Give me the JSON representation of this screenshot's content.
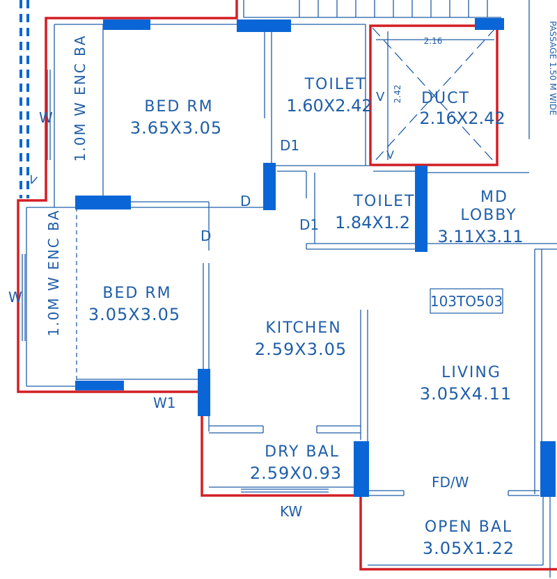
{
  "rooms": {
    "bed1": {
      "name": "BED RM",
      "size": "3.65X3.05"
    },
    "bed2": {
      "name": "BED RM",
      "size": "3.05X3.05"
    },
    "toilet1": {
      "name": "TOILET",
      "size": "1.60X2.42"
    },
    "duct": {
      "name": "DUCT",
      "size": "2.16X2.42",
      "width_dim": "2.16",
      "height_dim": "2.42"
    },
    "toilet2": {
      "name": "TOILET",
      "size": "1.84X1.2"
    },
    "lobby": {
      "line1": "MD",
      "line2": "LOBBY",
      "size": "3.11X3.11"
    },
    "kitchen": {
      "name": "KITCHEN",
      "size": "2.59X3.05"
    },
    "living": {
      "name": "LIVING",
      "size": "3.05X4.11"
    },
    "dry_bal": {
      "name": "DRY BAL",
      "size": "2.59X0.93"
    },
    "open_bal": {
      "name": "OPEN BAL",
      "size": "3.05X1.22"
    }
  },
  "enc_bal_top": "1.0M W ENC BA",
  "enc_bal_bottom": "1.0M W ENC BA",
  "unit_tag": "103TO503",
  "passage": "PASSAGE 1.50 M WIDE",
  "labels": {
    "w_top": "W",
    "w_left": "W",
    "d1_toilet": "D1",
    "d_bed1": "D",
    "d_bed2": "D",
    "d1_toilet2": "D1",
    "w1": "W1",
    "kw": "KW",
    "fd_w": "FD/W",
    "v1": "V",
    "v2": "V",
    "v_small": "V"
  },
  "colors": {
    "line": "#1f5ea8",
    "red_outline": "#d31e25",
    "column": "#0a66d6"
  }
}
